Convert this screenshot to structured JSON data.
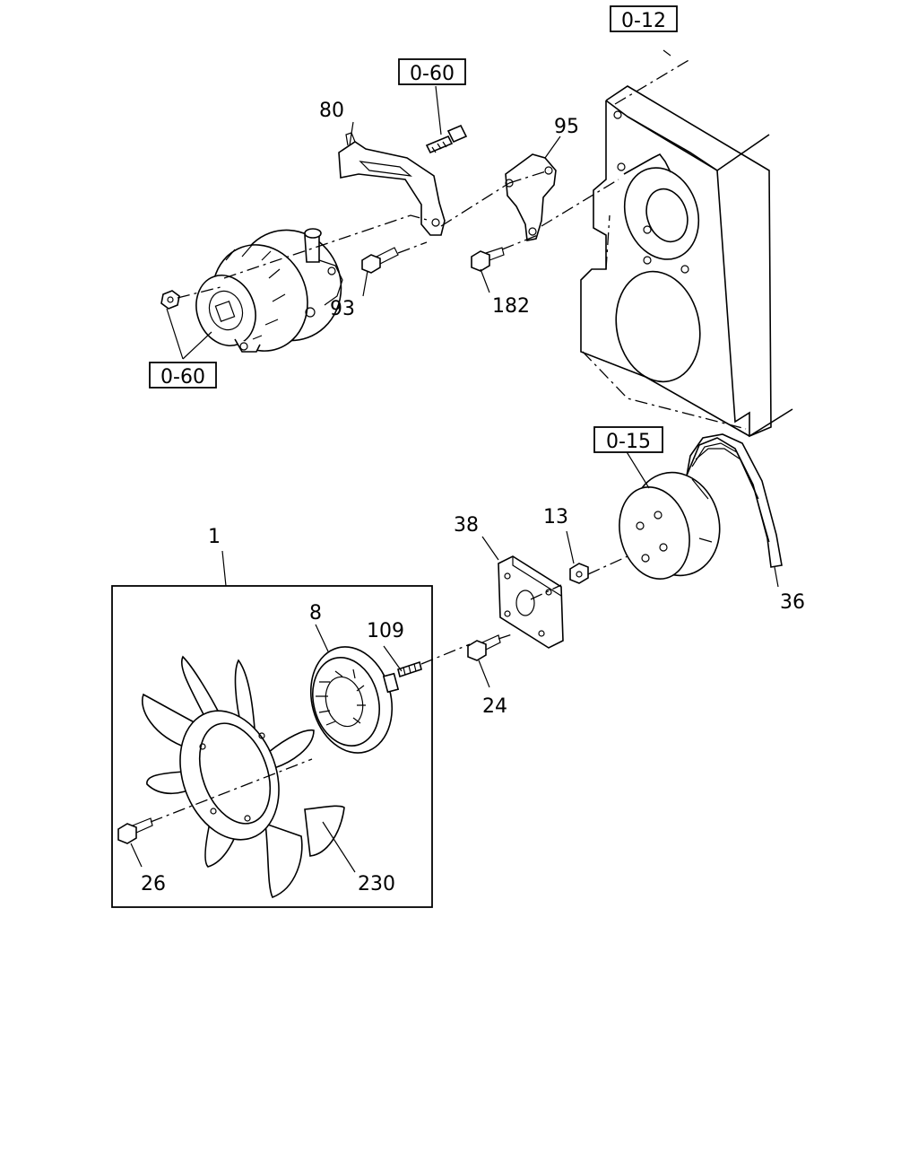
{
  "callouts": {
    "p1": "1",
    "p8": "8",
    "p13": "13",
    "p24": "24",
    "p26": "26",
    "p36": "36",
    "p38": "38",
    "p80": "80",
    "p93": "93",
    "p95": "95",
    "p109": "109",
    "p182": "182",
    "p230": "230"
  },
  "references": {
    "r012": "0-12",
    "r060_top": "0-60",
    "r060_bottom": "0-60",
    "r015": "0-15"
  }
}
